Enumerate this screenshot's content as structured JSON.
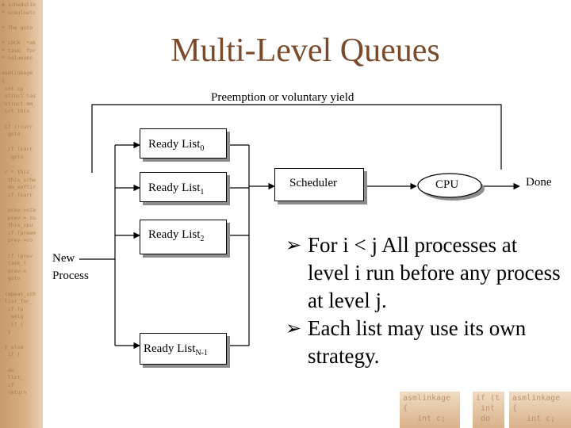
{
  "title": "Multi-Level Queues",
  "diagram": {
    "loop_label": "Preemption or voluntary yield",
    "ready_lists": [
      {
        "label": "Ready List",
        "sub": "0"
      },
      {
        "label": "Ready List",
        "sub": "1"
      },
      {
        "label": "Ready List",
        "sub": "2"
      },
      {
        "label": "Ready List",
        "sub": "N-1"
      }
    ],
    "new_process_line1": "New",
    "new_process_line2": "Process",
    "scheduler": "Scheduler",
    "cpu": "CPU",
    "done": "Done"
  },
  "bullets": [
    "For i < j  All processes at level i run before any process at level j.",
    "Each list may use its own strategy."
  ],
  "decor": {
    "code_lines": [
      "# schedulin",
      "* sceulnetc",
      "",
      "* The goto",
      "",
      "* LOCK  *ak",
      "* task  for",
      "* nqlueuoc",
      "",
      "asmlinkage",
      "{",
      " int cp",
      " struct tas",
      " struct mm_",
      " int this",
      "",
      " if (!curr",
      "  goto",
      "",
      "  if (curr",
      "   goto",
      "",
      " / * this_",
      "  this_sche",
      "  do_softir",
      "  if (curr",
      "",
      "  prev->sta",
      "  prev = cu",
      "  this_cpu",
      "  if (preem",
      "  prev->co",
      "",
      "  if (prev",
      "  task_t",
      "  prev->",
      "  goto",
      "",
      " repeat_sch",
      " list_for_",
      "  if (p",
      "   weig",
      "   if (",
      "  }",
      "",
      " } else",
      "  if (",
      "",
      "  de",
      "  list_",
      "  if",
      "  return"
    ],
    "corner_lines": [
      "asmlinkage",
      "{",
      "   int c;"
    ],
    "corner_lines_b": [
      "if (t",
      " int",
      " do"
    ],
    "colors": {
      "title": "#7a4a2a",
      "strip": "#d8ae82",
      "shadow": "#8c8c8c"
    }
  }
}
